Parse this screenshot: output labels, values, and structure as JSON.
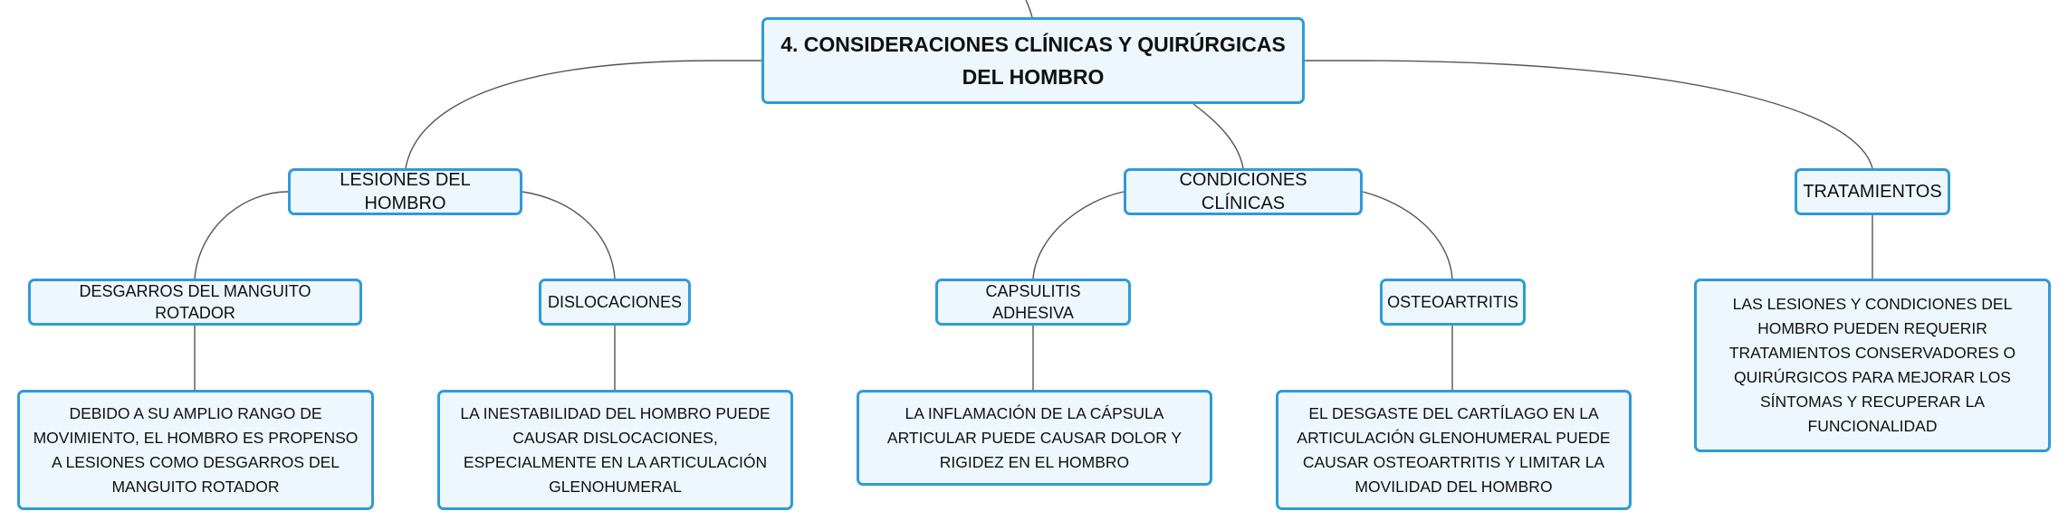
{
  "diagram": {
    "root": {
      "label": "4. CONSIDERACIONES CLÍNICAS Y QUIRÚRGICAS DEL HOMBRO"
    },
    "branches": [
      {
        "label": "LESIONES DEL HOMBRO",
        "children": [
          {
            "label": "DESGARROS DEL MANGUITO ROTADOR",
            "description": "DEBIDO A SU AMPLIO RANGO DE MOVIMIENTO, EL HOMBRO ES PROPENSO A LESIONES COMO DESGARROS DEL MANGUITO ROTADOR"
          },
          {
            "label": "DISLOCACIONES",
            "description": "LA INESTABILIDAD DEL HOMBRO PUEDE CAUSAR DISLOCACIONES, ESPECIALMENTE EN LA ARTICULACIÓN GLENOHUMERAL"
          }
        ]
      },
      {
        "label": "CONDICIONES CLÍNICAS",
        "children": [
          {
            "label": "CAPSULITIS ADHESIVA",
            "description": "LA INFLAMACIÓN DE LA CÁPSULA ARTICULAR PUEDE CAUSAR DOLOR Y RIGIDEZ EN EL HOMBRO"
          },
          {
            "label": "OSTEOARTRITIS",
            "description": "EL DESGASTE DEL CARTÍLAGO EN LA ARTICULACIÓN GLENOHUMERAL PUEDE CAUSAR OSTEOARTRITIS Y LIMITAR LA MOVILIDAD DEL HOMBRO"
          }
        ]
      },
      {
        "label": "TRATAMIENTOS",
        "description": "LAS LESIONES Y CONDICIONES DEL HOMBRO PUEDEN REQUERIR TRATAMIENTOS CONSERVADORES O QUIRÚRGICOS PARA MEJORAR LOS SÍNTOMAS Y RECUPERAR LA FUNCIONALIDAD"
      }
    ]
  },
  "colors": {
    "node_border": "#2f9bd8",
    "node_fill": "#eef7fd",
    "connector": "#555555",
    "text": "#111111"
  }
}
